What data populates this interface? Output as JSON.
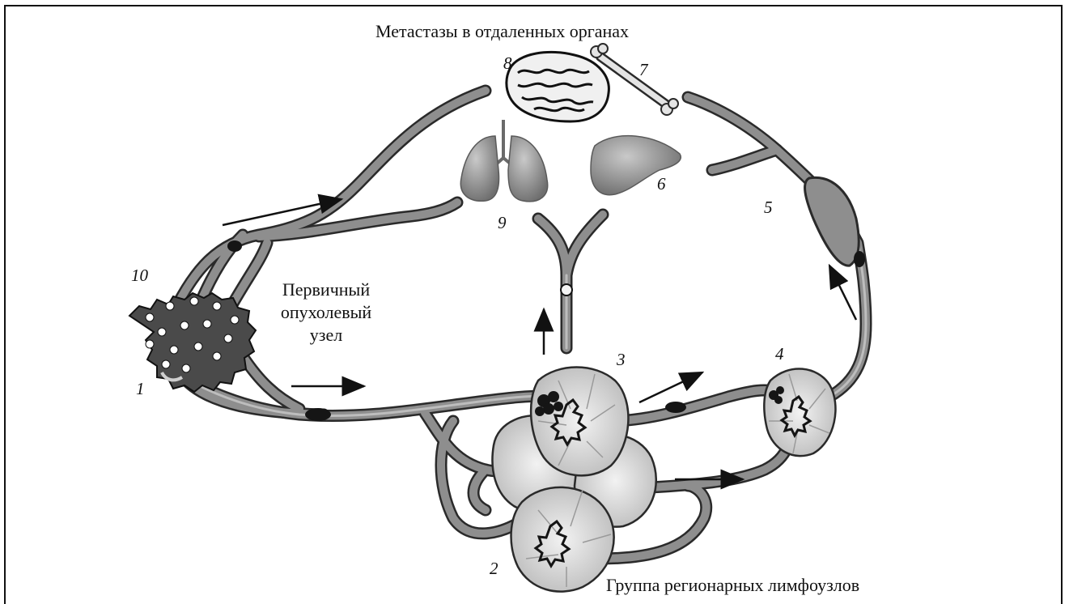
{
  "labels": {
    "title": "Метастазы в отдаленных органах",
    "primary_line1": "Первичный",
    "primary_line2": "опухолевый",
    "primary_line3": "узел",
    "regional": "Группа регионарных лимфоузлов"
  },
  "numbers": [
    "1",
    "2",
    "3",
    "4",
    "5",
    "6",
    "7",
    "8",
    "9",
    "10"
  ],
  "colors": {
    "vessel": "#8e8e8e",
    "vessel_outline": "#2a2a2a",
    "node_fill": "#cfcfcf",
    "tumor_fill": "#4a4a4a",
    "cell_dark": "#151515"
  }
}
